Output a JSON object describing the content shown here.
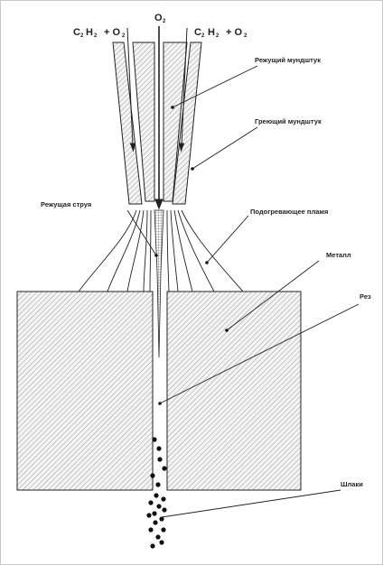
{
  "formula_left": {
    "c": "C",
    "c_sub": "2",
    "h": "H",
    "h_sub": "2",
    "plus": "+ O",
    "o_sub": "2"
  },
  "formula_right": {
    "c": "C",
    "c_sub": "2",
    "h": "H",
    "h_sub": "2",
    "plus": "+ O",
    "o_sub": "2"
  },
  "oxygen": {
    "o": "O",
    "o_sub": "2"
  },
  "labels": {
    "cutting_nozzle": "Режущий мундштук",
    "heating_nozzle": "Греющий мундштук",
    "cutting_jet": "Режущая струя",
    "preheat_flame": "Подогревающее пламя",
    "metal": "Металл",
    "kerf": "Рез",
    "slag": "Шлаки"
  },
  "colors": {
    "line": "#222222",
    "hatch": "#9a9a9a",
    "fill": "#f4f4f4"
  }
}
